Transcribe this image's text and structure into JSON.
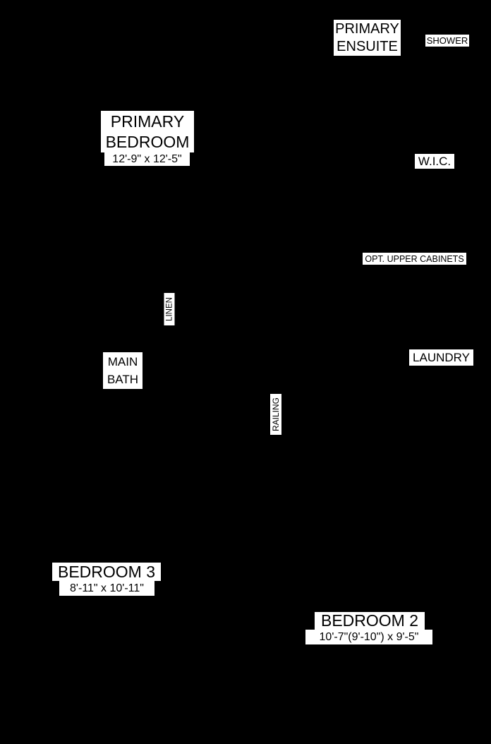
{
  "canvas": {
    "background_color": "#000000",
    "label_background_color": "#ffffff",
    "label_text_color": "#000000"
  },
  "labels": {
    "primary_ensuite": {
      "line1": "PRIMARY",
      "line2": "ENSUITE"
    },
    "shower": {
      "text": "SHOWER"
    },
    "primary_bedroom": {
      "line1": "PRIMARY",
      "line2": "BEDROOM",
      "dims": "12'-9\" x 12'-5\""
    },
    "wic": {
      "text": "W.I.C."
    },
    "opt_upper_cabinets": {
      "text": "OPT. UPPER CABINETS"
    },
    "linen": {
      "text": "LINEN"
    },
    "main_bath": {
      "line1": "MAIN",
      "line2": "BATH"
    },
    "laundry": {
      "text": "LAUNDRY"
    },
    "railing": {
      "text": "RAILING"
    },
    "bedroom_3": {
      "name": "BEDROOM 3",
      "dims": "8'-11\" x 10'-11\""
    },
    "bedroom_2": {
      "name": "BEDROOM 2",
      "dims": "10'-7\"(9'-10\") x 9'-5\""
    }
  }
}
